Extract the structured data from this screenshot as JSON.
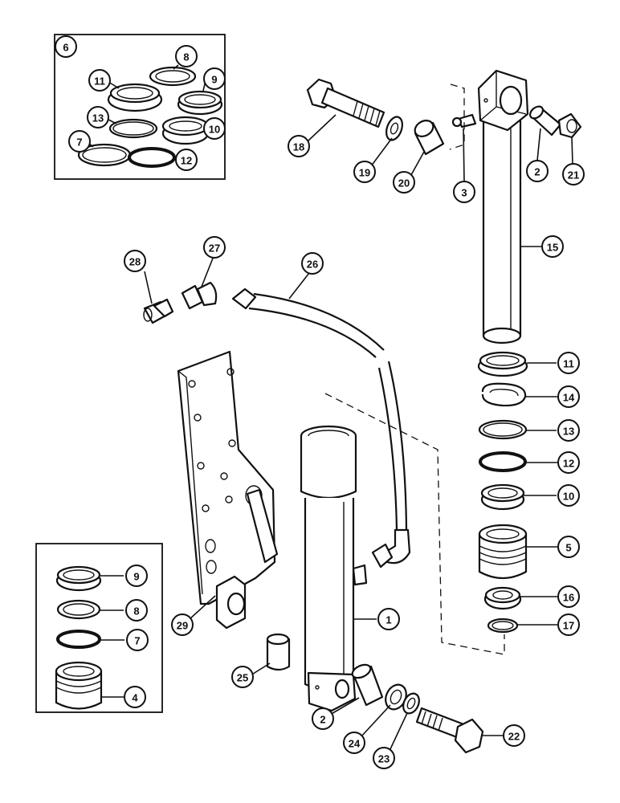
{
  "callouts": [
    {
      "id": "c6a",
      "label": "6"
    },
    {
      "id": "c8a",
      "label": "8"
    },
    {
      "id": "c11a",
      "label": "11"
    },
    {
      "id": "c9a",
      "label": "9"
    },
    {
      "id": "c13a",
      "label": "13"
    },
    {
      "id": "c10a",
      "label": "10"
    },
    {
      "id": "c7a",
      "label": "7"
    },
    {
      "id": "c12a",
      "label": "12"
    },
    {
      "id": "c18",
      "label": "18"
    },
    {
      "id": "c19",
      "label": "19"
    },
    {
      "id": "c20",
      "label": "20"
    },
    {
      "id": "c3",
      "label": "3"
    },
    {
      "id": "c2a",
      "label": "2"
    },
    {
      "id": "c21",
      "label": "21"
    },
    {
      "id": "c15",
      "label": "15"
    },
    {
      "id": "c28",
      "label": "28"
    },
    {
      "id": "c27",
      "label": "27"
    },
    {
      "id": "c26",
      "label": "26"
    },
    {
      "id": "c11b",
      "label": "11"
    },
    {
      "id": "c14",
      "label": "14"
    },
    {
      "id": "c13b",
      "label": "13"
    },
    {
      "id": "c12b",
      "label": "12"
    },
    {
      "id": "c10b",
      "label": "10"
    },
    {
      "id": "c5",
      "label": "5"
    },
    {
      "id": "c16",
      "label": "16"
    },
    {
      "id": "c17",
      "label": "17"
    },
    {
      "id": "c9b",
      "label": "9"
    },
    {
      "id": "c8b",
      "label": "8"
    },
    {
      "id": "c7b",
      "label": "7"
    },
    {
      "id": "c4",
      "label": "4"
    },
    {
      "id": "c1",
      "label": "1"
    },
    {
      "id": "c29",
      "label": "29"
    },
    {
      "id": "c25",
      "label": "25"
    },
    {
      "id": "c2b",
      "label": "2"
    },
    {
      "id": "c24",
      "label": "24"
    },
    {
      "id": "c23",
      "label": "23"
    },
    {
      "id": "c22",
      "label": "22"
    }
  ]
}
